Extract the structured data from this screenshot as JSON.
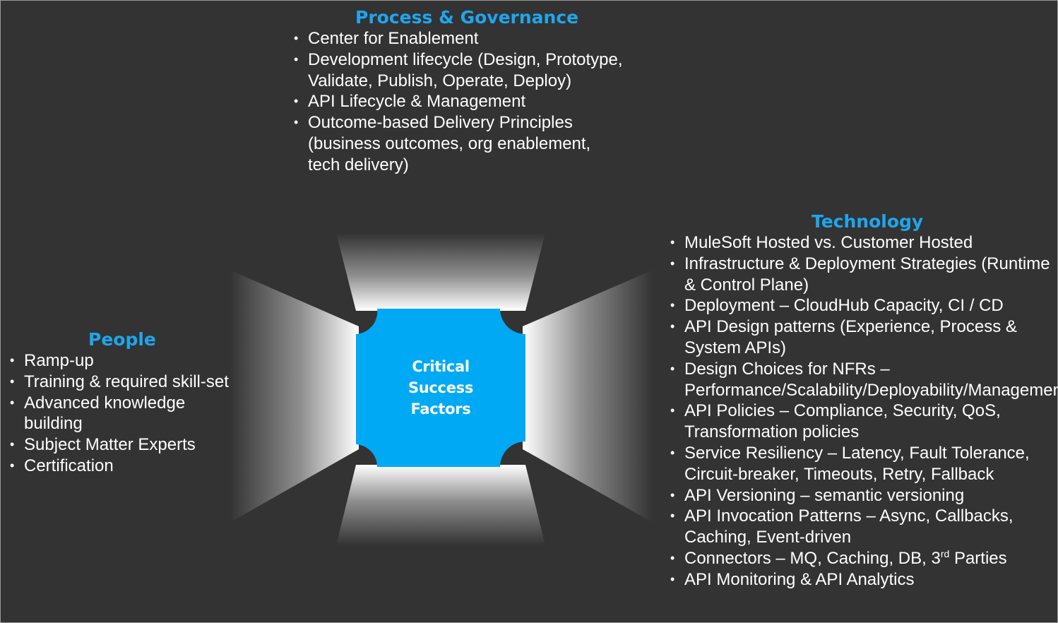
{
  "center": {
    "title_lines": [
      "Critical",
      "Success",
      "Factors"
    ]
  },
  "process": {
    "title": "Process & Governance",
    "items": [
      "Center for Enablement",
      "Development lifecycle (Design, Prototype, Validate, Publish, Operate, Deploy)",
      "API Lifecycle & Management",
      "Outcome-based Delivery  Principles (business outcomes, org enablement, tech delivery)"
    ]
  },
  "people": {
    "title": "People",
    "items": [
      "Ramp-up",
      "Training & required skill-set",
      "Advanced knowledge building",
      "Subject Matter Experts",
      "Certification"
    ]
  },
  "technology": {
    "title": "Technology",
    "items": [
      "MuleSoft Hosted vs. Customer Hosted",
      "Infrastructure & Deployment Strategies (Runtime & Control Plane)",
      "Deployment – CloudHub Capacity, CI / CD",
      "API Design patterns (Experience, Process & System APIs)",
      "Design Choices for NFRs – Performance/Scalability/Deployability/Management",
      "API Policies – Compliance, Security, QoS, Transformation policies",
      "Service Resiliency – Latency, Fault Tolerance, Circuit-breaker, Timeouts, Retry, Fallback",
      "API Versioning – semantic versioning",
      "API Invocation  Patterns – Async, Callbacks, Caching, Event-driven"
    ],
    "connectors_item": {
      "before": "Connectors – MQ, Caching, DB, 3",
      "sup": "rd",
      "after": " Parties"
    },
    "last_item": "API Monitoring & API Analytics"
  },
  "colors": {
    "background": "#333333",
    "accent_blue": "#1ea6ee",
    "box_blue": "#00a9f4",
    "text": "#ffffff"
  }
}
